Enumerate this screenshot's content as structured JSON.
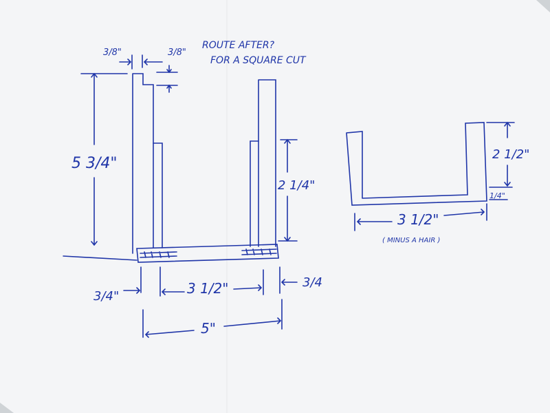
{
  "colors": {
    "ink": "#1f35a8",
    "paper": "#f4f5f7",
    "background": "#cfd3d6"
  },
  "note": {
    "line1": "ROUTE AFTER?",
    "line2": "FOR A SQUARE CUT"
  },
  "left_drawing": {
    "top_left_dim": "3/8\"",
    "top_right_dim": "3/8\"",
    "height_dim": "5 3/4\"",
    "side_height_dim": "2 1/4\"",
    "bottom_left_dim": "3/4\"",
    "bottom_center_dim": "3 1/2\"",
    "bottom_right_dim": "3/4",
    "overall_width_dim": "5\""
  },
  "right_drawing": {
    "height_dim": "2 1/2\"",
    "base_dim": "1/4\"",
    "width_dim": "3 1/2\"",
    "width_note": "( MINUS A HAIR )"
  }
}
